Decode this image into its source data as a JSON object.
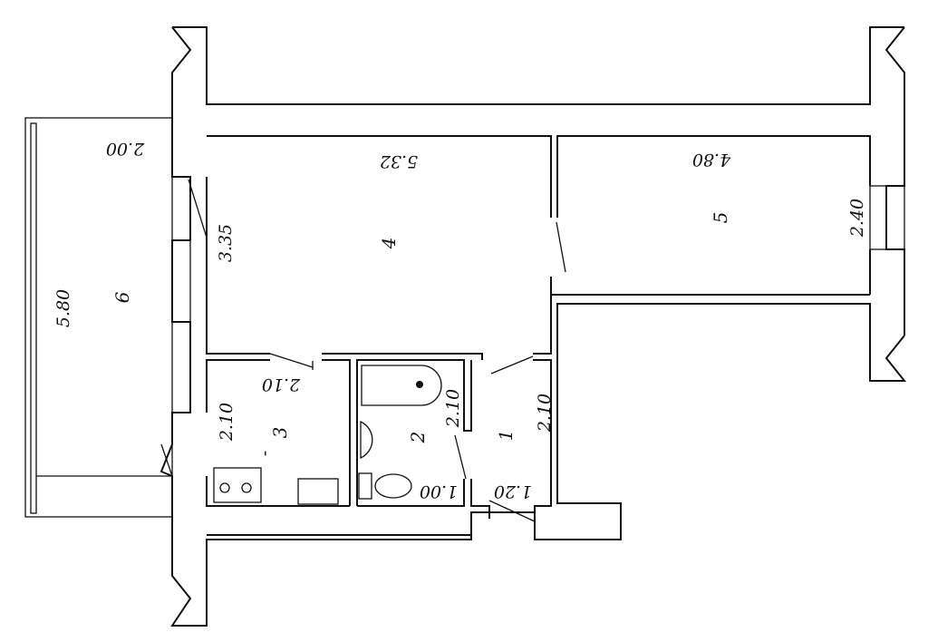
{
  "title": "Apartment floor plan",
  "rooms": [
    {
      "number": "1",
      "dims": [
        "1.20",
        "2.10"
      ]
    },
    {
      "number": "2",
      "dims": [
        "1.00",
        "2.10"
      ]
    },
    {
      "number": "3",
      "dims": [
        "2.10",
        "2.10"
      ]
    },
    {
      "number": "4",
      "dims": [
        "5.32",
        "3.35"
      ]
    },
    {
      "number": "5",
      "dims": [
        "4.80",
        "2.40"
      ]
    },
    {
      "number": "6",
      "dims": [
        "2.00",
        "5.80"
      ]
    }
  ],
  "kitchen_mark": "-"
}
